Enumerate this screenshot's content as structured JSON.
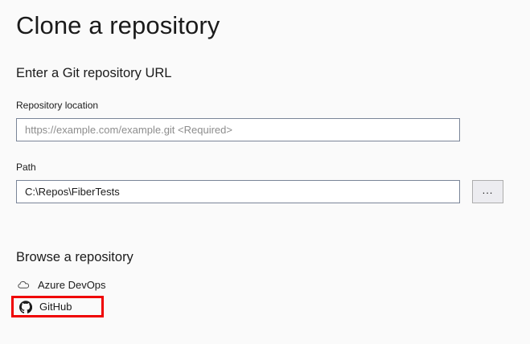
{
  "dialog": {
    "title": "Clone a repository"
  },
  "url_section": {
    "heading": "Enter a Git repository URL",
    "fields": [
      {
        "label": "Repository location",
        "value": "",
        "placeholder": "https://example.com/example.git <Required>"
      },
      {
        "label": "Path",
        "value": "C:\\Repos\\FiberTests",
        "placeholder": ""
      }
    ],
    "browse_button_label": "..."
  },
  "browse_section": {
    "heading": "Browse a repository",
    "sources": [
      {
        "label": "Azure DevOps",
        "icon": "cloud-icon"
      },
      {
        "label": "GitHub",
        "icon": "github-icon"
      }
    ]
  },
  "annotation": {
    "highlight_color": "#ef0000",
    "highlighted_item": "GitHub"
  },
  "colors": {
    "background": "#fafafa",
    "input_background": "#ffffff",
    "input_border": "#7a8598",
    "text": "#1b1b1b",
    "placeholder_text": "#8d8d8d",
    "button_background": "#ececf0",
    "button_border": "#adadad"
  }
}
